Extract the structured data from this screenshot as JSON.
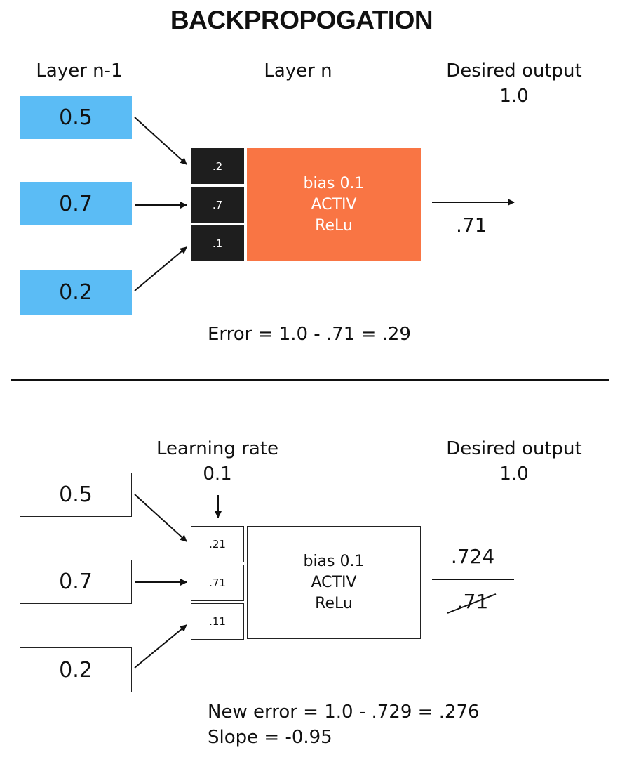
{
  "title": "BACKPROPOGATION",
  "top": {
    "layer_prev_label": "Layer n-1",
    "layer_n_label": "Layer n",
    "desired_output_label": "Desired output",
    "desired_output_value": "1.0",
    "inputs": [
      "0.5",
      "0.7",
      "0.2"
    ],
    "weights": [
      ".2",
      ".7",
      ".1"
    ],
    "neuron": {
      "bias": "bias 0.1",
      "activation": "ACTIV",
      "function": "ReLu"
    },
    "output": ".71",
    "error_equation": "Error = 1.0 - .71 = .29"
  },
  "bottom": {
    "learning_rate_label": "Learning rate",
    "learning_rate_value": "0.1",
    "desired_output_label": "Desired output",
    "desired_output_value": "1.0",
    "inputs": [
      "0.5",
      "0.7",
      "0.2"
    ],
    "weights": [
      ".21",
      ".71",
      ".11"
    ],
    "neuron": {
      "bias": "bias 0.1",
      "activation": "ACTIV",
      "function": "ReLu"
    },
    "new_output": ".724",
    "old_output": ".71",
    "new_error_equation": "New error = 1.0 - .729 = .276",
    "slope_equation": "Slope = -0.95"
  },
  "colors": {
    "input_blue": "#5bbcf5",
    "neuron_orange": "#f97544",
    "weight_dark": "#1e1e1e"
  }
}
